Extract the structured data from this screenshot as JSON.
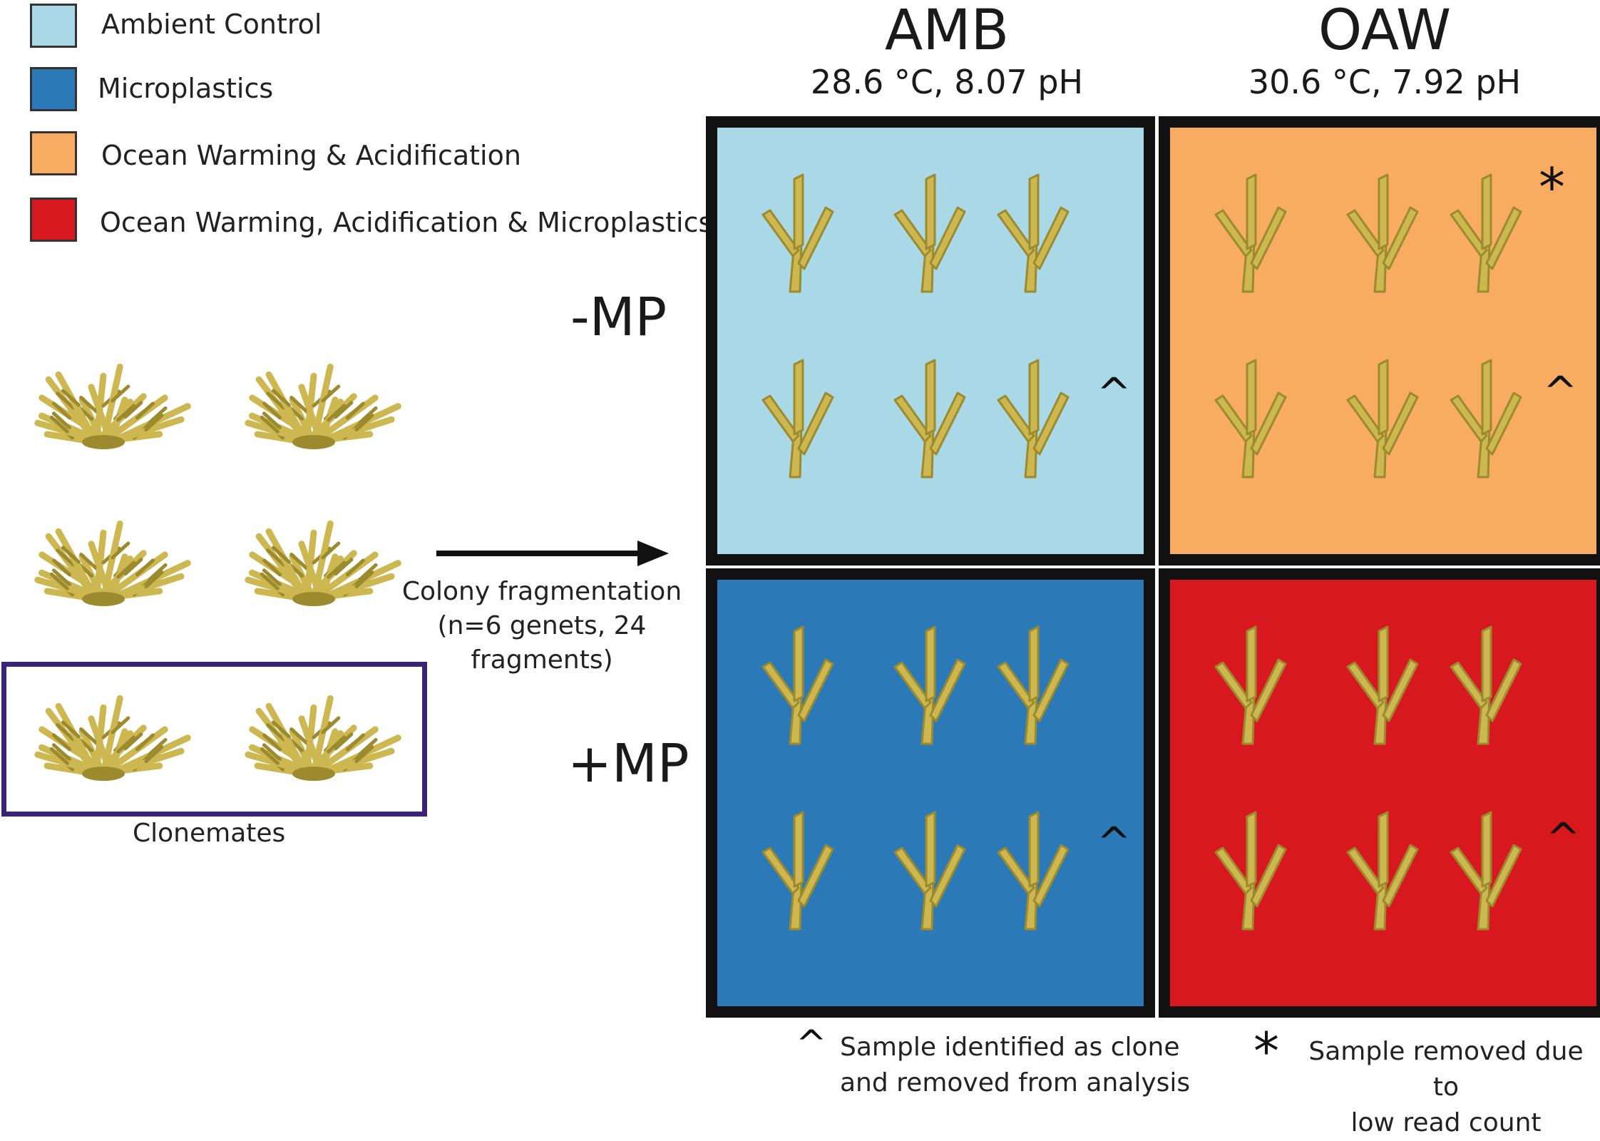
{
  "legend": [
    {
      "label": "Ambient Control",
      "color": "#a9d9e6"
    },
    {
      "label": "Microplastics",
      "color": "#2b79b7"
    },
    {
      "label": "Ocean Warming & Acidification",
      "color": "#f7ac61"
    },
    {
      "label": "Ocean Warming, Acidification & Microplastics",
      "color": "#d7181f"
    }
  ],
  "columns": [
    {
      "title": "AMB",
      "conditions": "28.6 °C, 8.07 pH"
    },
    {
      "title": "OAW",
      "conditions": "30.6 °C, 7.92 pH"
    }
  ],
  "rows": [
    {
      "label": "-MP"
    },
    {
      "label": "+MP"
    }
  ],
  "tanks": [
    {
      "color": "#a9d9e6",
      "marks": [
        {
          "symbol": "^",
          "fragment": 6
        }
      ]
    },
    {
      "color": "#f7ac61",
      "marks": [
        {
          "symbol": "*",
          "fragment": 3
        },
        {
          "symbol": "^",
          "fragment": 6
        }
      ]
    },
    {
      "color": "#2b79b7",
      "marks": [
        {
          "symbol": "^",
          "fragment": 6
        }
      ]
    },
    {
      "color": "#d7181f",
      "marks": [
        {
          "symbol": "^",
          "fragment": 6
        }
      ]
    }
  ],
  "fragments_per_tank": 6,
  "arrow_caption": {
    "line1": "Colony fragmentation",
    "line2": "(n=6 genets, 24 fragments)"
  },
  "clonemates_label": "Clonemates",
  "notes": [
    {
      "symbol": "^",
      "line1": "Sample identified as clone",
      "line2": "and removed from analysis"
    },
    {
      "symbol": "*",
      "line1": "Sample removed due to",
      "line2": "low read count"
    }
  ],
  "colors": {
    "coral": "#cdb751",
    "coral_dark": "#9c8a2e",
    "frame": "#111111",
    "clone_box": "#3a2378"
  }
}
